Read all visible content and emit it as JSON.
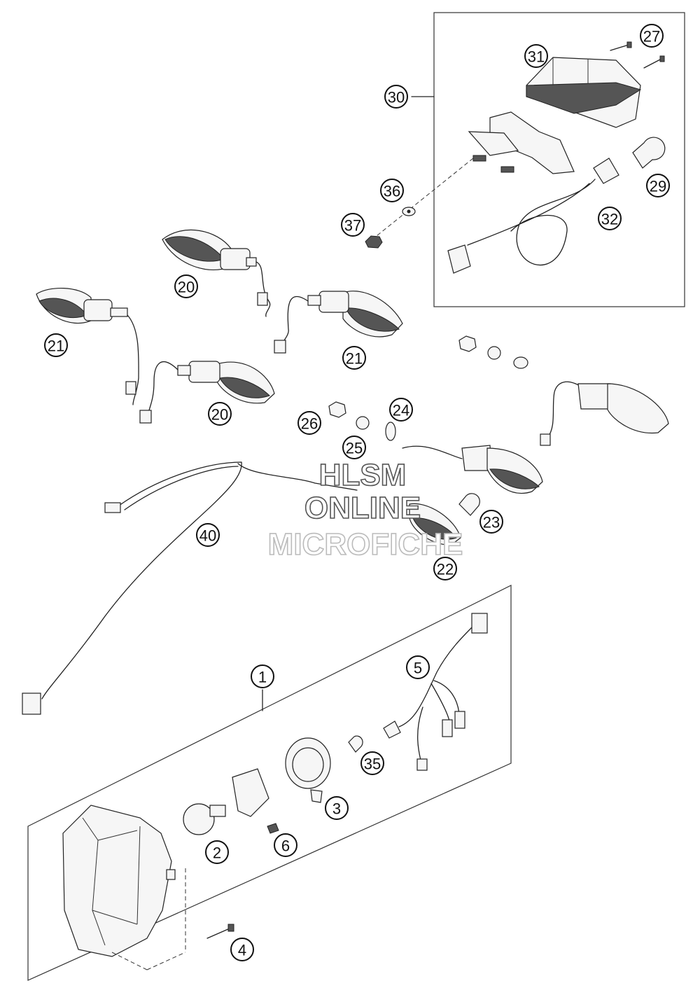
{
  "callouts": {
    "c1": "1",
    "c2": "2",
    "c3": "3",
    "c4": "4",
    "c5": "5",
    "c6": "6",
    "c20a": "20",
    "c20b": "20",
    "c21a": "21",
    "c21b": "21",
    "c22": "22",
    "c23": "23",
    "c24": "24",
    "c25": "25",
    "c26": "26",
    "c27": "27",
    "c29": "29",
    "c30": "30",
    "c31": "31",
    "c32": "32",
    "c35": "35",
    "c36": "36",
    "c37": "37",
    "c40": "40"
  },
  "watermark": {
    "line1": "HLSM",
    "line2": "ONLINE",
    "line3": "MICROFICHE"
  }
}
